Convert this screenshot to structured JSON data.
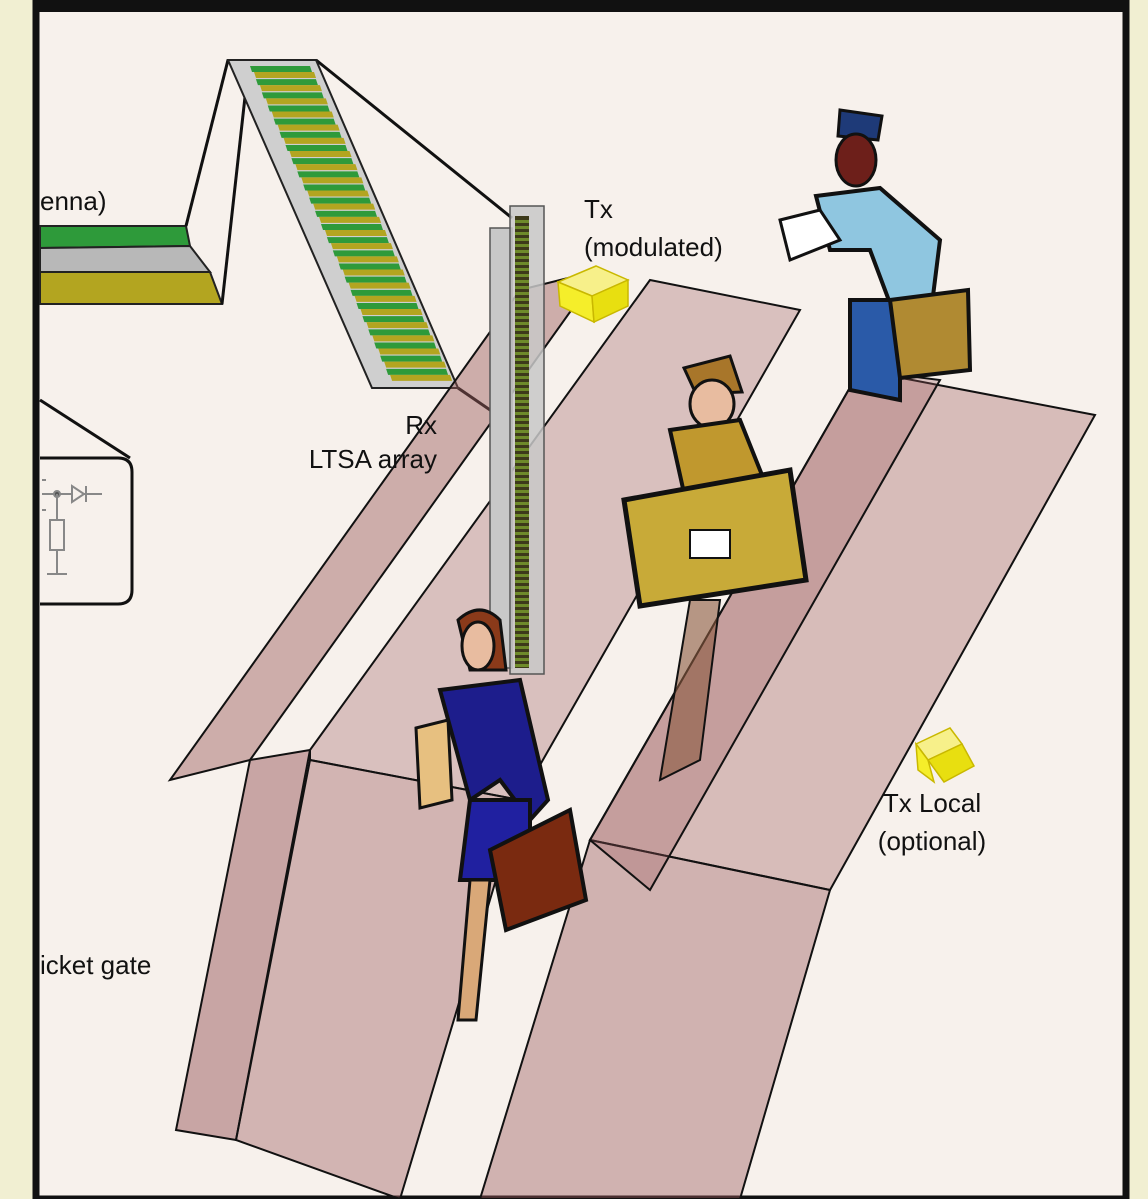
{
  "labels": {
    "antenna_partial": "enna)",
    "tx_modulated": [
      "Tx",
      "(modulated)"
    ],
    "rx": [
      "Rx",
      "LTSA array"
    ],
    "tx_local": [
      "Tx Local",
      "(optional)"
    ],
    "ticket_gate_partial": "icket gate"
  },
  "colors": {
    "background": "#f7f1ec",
    "frame_border": "#111111",
    "side_panel": "#f1efd2",
    "gate_fill": "#9a5a5c",
    "transmitter": "#f5ee2a",
    "antenna_green": "#2e9a3a",
    "antenna_olive": "#b3a520",
    "antenna_gray": "#b8b8b8"
  }
}
